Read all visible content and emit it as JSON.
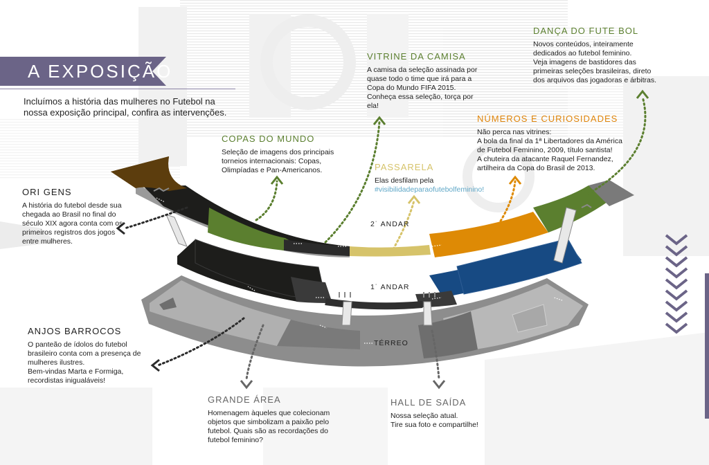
{
  "header": {
    "title": "A EXPOSIÇÃO",
    "intro": "Incluímos a história das mulheres no Futebol na nossa  exposição principal, confira as intervenções."
  },
  "floors": {
    "second": "2˙ ANDAR",
    "first": "1˙ ANDAR",
    "ground": "TÉRREO"
  },
  "sections": {
    "origens": {
      "title": "ORI GENS",
      "text": "A história do futebol desde sua chegada ao Brasil no final do século XIX agora conta com os primeiros registros dos jogos entre mulheres."
    },
    "copas": {
      "title": "COPAS DO MUNDO",
      "text": "Seleção de imagens dos principais torneios internacionais: Copas, Olimpíadas e Pan-Americanos."
    },
    "vitrine": {
      "title": "VITRINE DA   CAMISA",
      "text": "A camisa da seleção assinada por quase todo o time que irá para a Copa do Mundo FIFA 2015. Conheça essa seleção, torça por ela!"
    },
    "passarela": {
      "title": "PASSARELA",
      "text": "Elas desfilam pela",
      "hashtag": "#visibilidadeparaofutebolfeminino!"
    },
    "danca": {
      "title": "DANÇA DO FUTE  BOL",
      "text": "Novos conteúdos, inteiramente dedicados ao futebol feminino.\nVeja imagens de bastidores das primeiras seleções brasileiras, direto dos arquivos das jogadoras e árbitras."
    },
    "numeros": {
      "title": "NÚMEROS E   CURIOSIDADES",
      "text": "Não perca nas vitrines:\nA bola da final da 1ª Libertadores da América de Futebol Feminino, 2009, título santista!\nA chuteira da atacante Raquel Fernandez, artilheira da Copa do Brasil de 2013."
    },
    "anjos": {
      "title": "ANJOS BARROCOS",
      "text": "O panteão de ídolos do futebol brasileiro conta com a presença de mulheres ilustres.\nBem-vindas Marta e Formiga, recordistas inigualáveis!"
    },
    "grande": {
      "title": "GRANDE ÁREA",
      "text": "Homenagem àqueles que colecionam objetos que simbolizam a paixão pelo futebol. Quais são as recordações do futebol feminino?"
    },
    "hall": {
      "title": "HALL DE SAÍDA",
      "text": "Nossa seleção atual.\nTire sua foto e compartilhe!"
    }
  },
  "colors": {
    "ribbon": "#6b6487",
    "brown": "#5c3d0d",
    "green": "#5b7f2f",
    "green_text": "#5b7f2f",
    "orange": "#de8a05",
    "orange_text": "#e0860c",
    "blue": "#174a83",
    "khaki": "#d6c36a",
    "black": "#1d1d1b",
    "ground": "#8d8d8d",
    "light": "#b8b8b8",
    "arrow_dark": "#2b2b2b",
    "arrow_grey": "#666666",
    "chevrons": "#6b6487"
  }
}
